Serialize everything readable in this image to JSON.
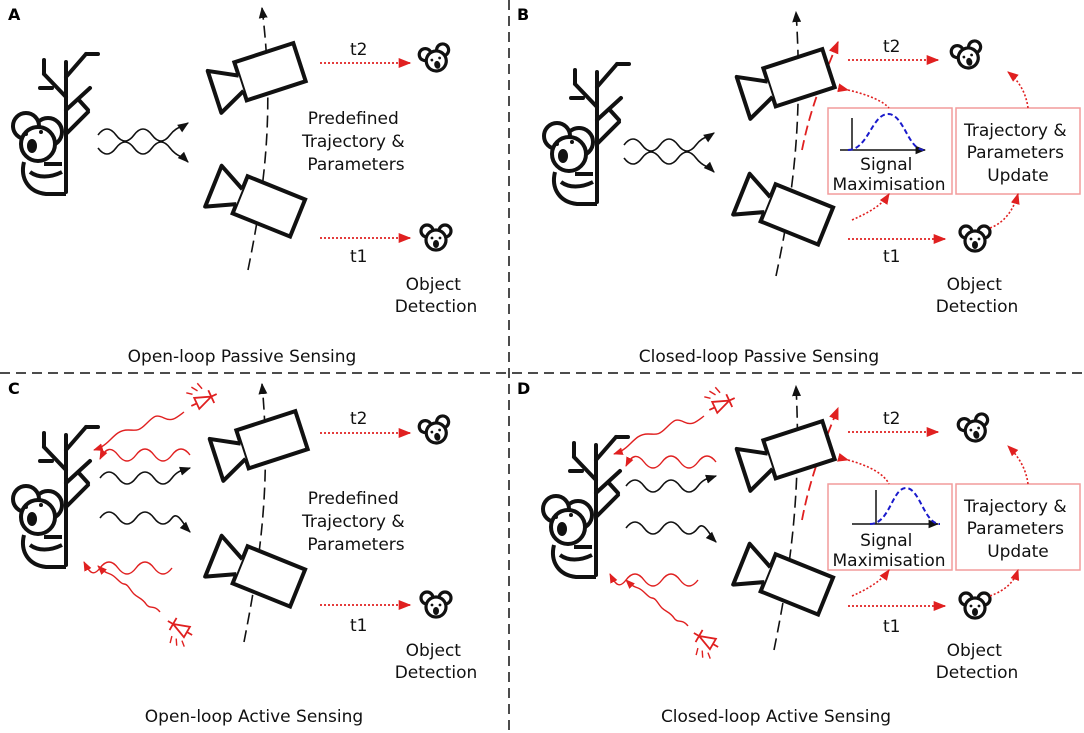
{
  "panels": [
    {
      "id": "A",
      "letter": "A",
      "title": "Open-loop Passive Sensing",
      "t2": "t2",
      "t1": "t1",
      "predefined": [
        "Predefined",
        "Trajectory &",
        "Parameters"
      ],
      "object": [
        "Object",
        "Detection"
      ]
    },
    {
      "id": "B",
      "letter": "B",
      "title": "Closed-loop Passive Sensing",
      "t2": "t2",
      "t1": "t1",
      "signal": [
        "Signal",
        "Maximisation"
      ],
      "update": [
        "Trajectory &",
        "Parameters",
        "Update"
      ],
      "object": [
        "Object",
        "Detection"
      ]
    },
    {
      "id": "C",
      "letter": "C",
      "title": "Open-loop Active Sensing",
      "t2": "t2",
      "t1": "t1",
      "predefined": [
        "Predefined",
        "Trajectory &",
        "Parameters"
      ],
      "object": [
        "Object",
        "Detection"
      ]
    },
    {
      "id": "D",
      "letter": "D",
      "title": "Closed-loop Active Sensing",
      "t2": "t2",
      "t1": "t1",
      "signal": [
        "Signal",
        "Maximisation"
      ],
      "update": [
        "Trajectory &",
        "Parameters",
        "Update"
      ],
      "object": [
        "Object",
        "Detection"
      ]
    }
  ],
  "colors": {
    "ink": "#111111",
    "red": "#e02020",
    "pink_border": "#f29c9c",
    "blue_curve": "#1a1acc"
  },
  "icons": [
    "koala-tree-icon",
    "camera-icon",
    "koala-face-icon",
    "laser-emitter-icon"
  ]
}
